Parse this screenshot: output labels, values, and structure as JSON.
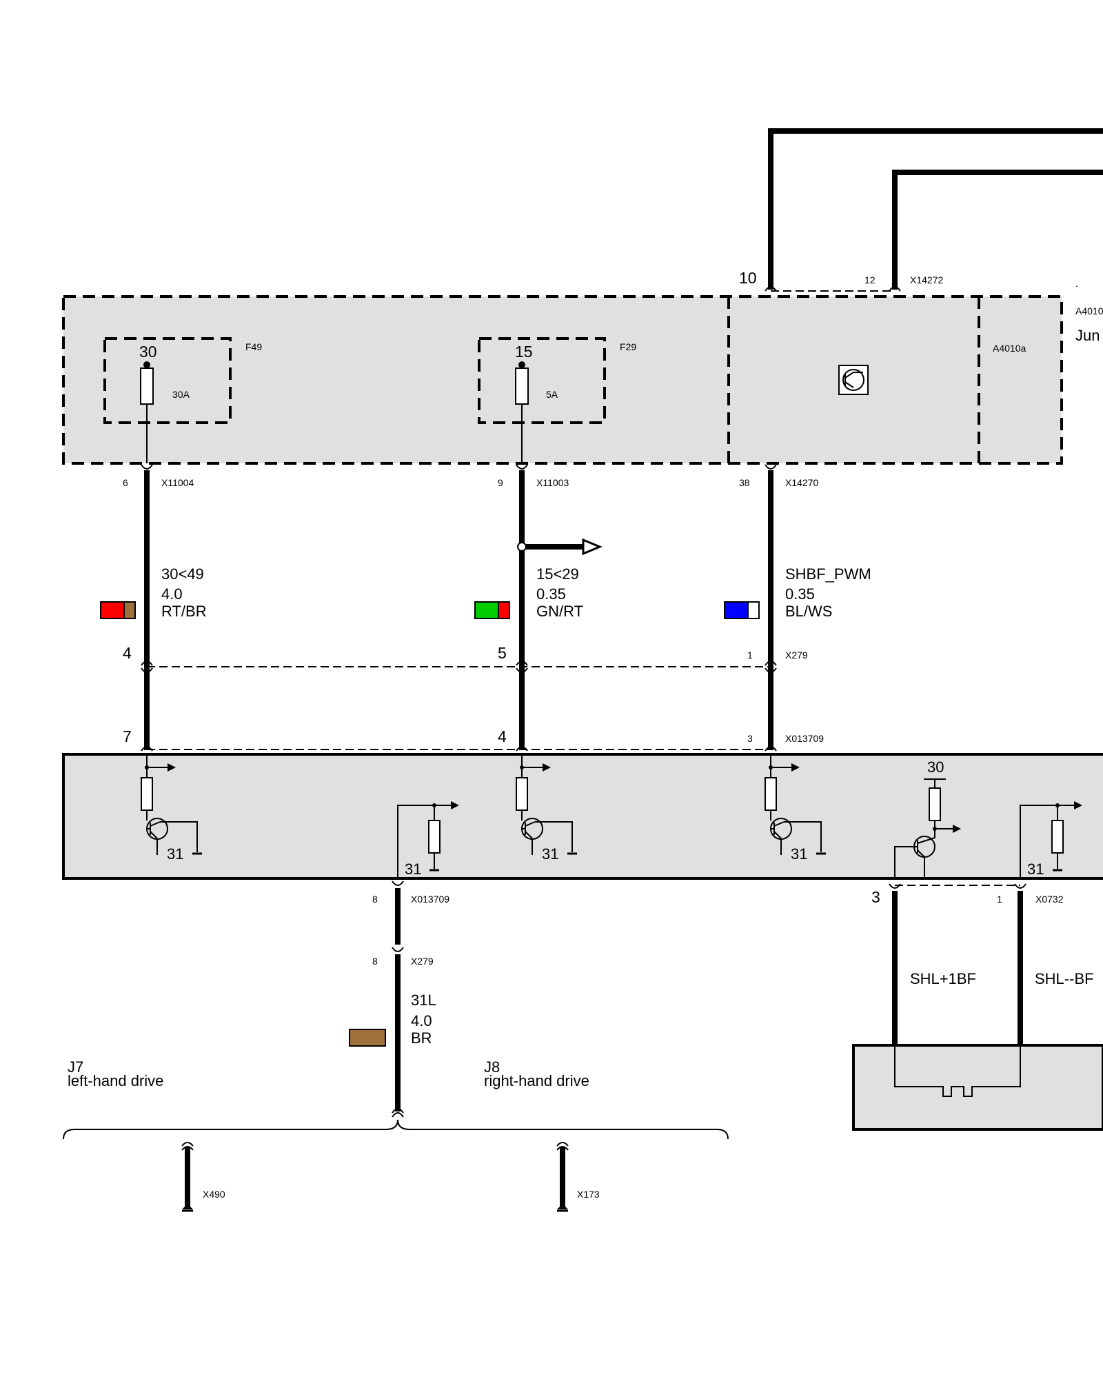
{
  "colors": {
    "box_fill": "#e0e0e0",
    "wire": "#000000",
    "red": "#ff0000",
    "brown": "#a0703c",
    "green": "#00cc00",
    "blue": "#0000ff",
    "white": "#ffffff"
  },
  "top_module": {
    "id": "A4010a",
    "right_label_1": "A4010",
    "right_label_2": "Jun",
    "dot": ".",
    "fuse_f49": {
      "name": "F49",
      "terminal": "30",
      "rating": "30A"
    },
    "fuse_f29": {
      "name": "F29",
      "terminal": "15",
      "rating": "5A"
    },
    "upper_connector": {
      "pin_left": "10",
      "pin_right": "12",
      "id": "X14272"
    },
    "icon": "transistor-symbol-icon"
  },
  "connectors_upper": [
    {
      "pin": "6",
      "id": "X11004"
    },
    {
      "pin": "9",
      "id": "X11003"
    },
    {
      "pin": "38",
      "id": "X14270"
    }
  ],
  "wires": [
    {
      "signal": "30<49",
      "gauge": "4.0",
      "color": "RT/BR",
      "swatch": [
        "red",
        "brown"
      ]
    },
    {
      "signal": "15<29",
      "gauge": "0.35",
      "color": "GN/RT",
      "swatch": [
        "green",
        "red"
      ]
    },
    {
      "signal": "SHBF_PWM",
      "gauge": "0.35",
      "color": "BL/WS",
      "swatch": [
        "blue",
        "white"
      ]
    }
  ],
  "connector_x279": {
    "pins": [
      "4",
      "5",
      "1"
    ],
    "id": "X279"
  },
  "connector_x013709": {
    "pins": [
      "7",
      "4",
      "3"
    ],
    "id": "X013709"
  },
  "lower_module": {
    "ground_labels": [
      "31",
      "31",
      "31",
      "31",
      "31"
    ],
    "supply_label": "30"
  },
  "ground_wire": {
    "connector_top": {
      "pin": "8",
      "id": "X013709"
    },
    "connector_bottom": {
      "pin": "8",
      "id": "X279"
    },
    "signal": "31L",
    "gauge": "4.0",
    "color": "BR"
  },
  "sensor_connector": {
    "pin_left": "3",
    "pin_right": "1",
    "id": "X0732"
  },
  "sensor_wires": [
    "SHL+1BF",
    "SHL--BF"
  ],
  "variants": [
    {
      "code": "J7",
      "desc": "left-hand drive",
      "ground": "X490"
    },
    {
      "code": "J8",
      "desc": "right-hand drive",
      "ground": "X173"
    }
  ]
}
